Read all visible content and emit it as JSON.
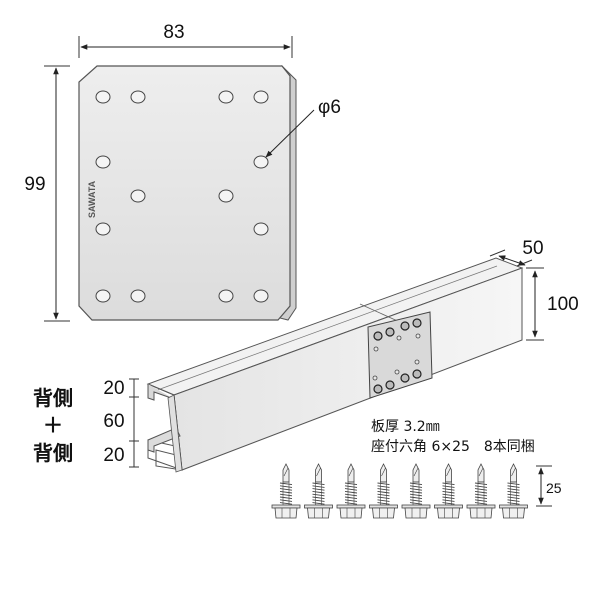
{
  "plate": {
    "width_dim": "83",
    "height_dim": "99",
    "hole_dim": "φ6",
    "logo": "SAWATA",
    "fill_color": "#e6e6e6",
    "edge_color": "#555555"
  },
  "beam": {
    "depth_dim": "50",
    "height_dim": "100",
    "fill_color": "#eeeeee"
  },
  "channel_section": {
    "label_top": "背側",
    "label_plus": "＋",
    "label_bottom": "背側",
    "dims": [
      "20",
      "60",
      "20"
    ]
  },
  "specs": {
    "line1": "板厚 3.2㎜",
    "line2": "座付六角 6×25　8本同梱"
  },
  "screws": {
    "count": 8,
    "length_dim": "25"
  }
}
